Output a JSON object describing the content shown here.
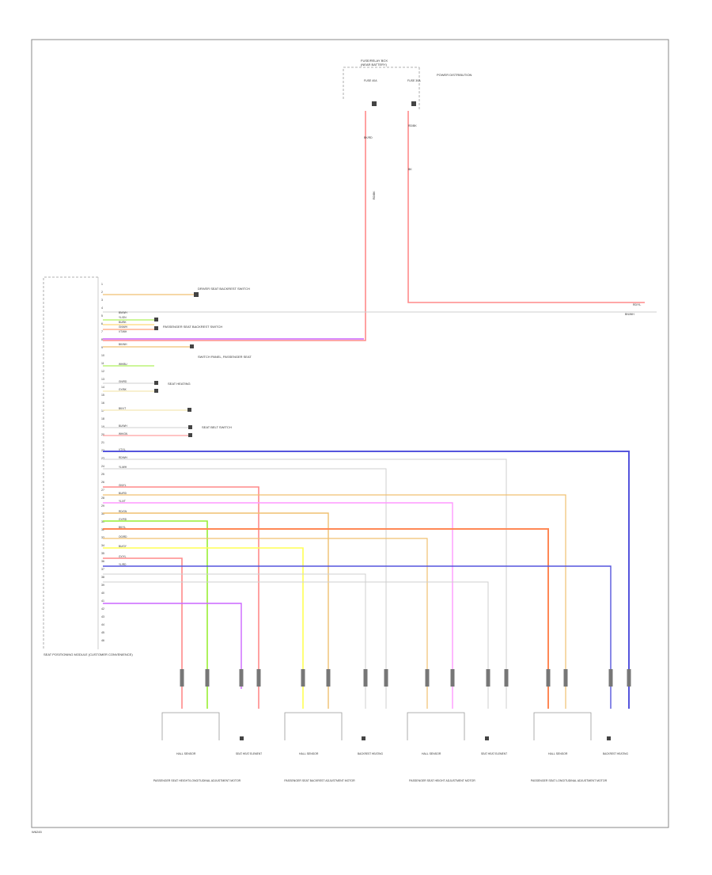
{
  "footer_code": "W6245",
  "module": {
    "name": "SEAT POSITIONING MODULE (CUSTOMER CONVENIENCE)",
    "pins": [
      "1",
      "2",
      "3",
      "4",
      "5",
      "6",
      "7",
      "8",
      "9",
      "10",
      "11",
      "12",
      "13",
      "14",
      "15",
      "16",
      "17",
      "18",
      "19",
      "20",
      "21",
      "22",
      "23",
      "24",
      "25",
      "26",
      "27",
      "28",
      "29",
      "30",
      "31",
      "32",
      "33",
      "34",
      "35",
      "36",
      "37",
      "38",
      "39",
      "40",
      "41",
      "42",
      "43",
      "44",
      "45",
      "46"
    ]
  },
  "fuse_block": {
    "title": "FUSE/RELAY BOX",
    "subtitle": "(NEAR BATTERY)",
    "fuse_left": "FUSE 40A",
    "fuse_right": "FUSE 30A",
    "label_right": "POWER DISTRIBUTION"
  },
  "top_wire_labels": [
    "RD/BK",
    "BK/RD",
    "RD/BK",
    "BK"
  ],
  "right_labels": [
    "RD/YL",
    "BN/WH"
  ],
  "left_side_components": [
    {
      "text": "DRIVER SEAT BACKREST SWITCH"
    },
    {
      "text": "PASSENGER SEAT BACKREST SWITCH"
    },
    {
      "text": "SWITCH PANEL, PASSENGER SEAT"
    },
    {
      "text": "SEAT HEATING"
    },
    {
      "text": "SEAT BELT SWITCH"
    }
  ],
  "wire_labels": [
    "BN/WH",
    "YL/GN",
    "BU/BK",
    "GN/WH",
    "VT/WH",
    "BK/WH",
    "WH/BU",
    "GN/RD",
    "GY/BK",
    "BK/VT",
    "BU/WH",
    "WH/GN",
    "VT/YL",
    "RD/WH",
    "YL/WH",
    "GN/YL",
    "BU/RD",
    "YL/VT",
    "RD/GN",
    "GY/RD",
    "BK/YL",
    "OG/RD",
    "BU/GY",
    "GY/YL",
    "YL/RD"
  ],
  "bottom_components": [
    {
      "sensor": "HALL SENSOR",
      "aux": "SEAT HEAT ELEMENT",
      "caption": "PASSENGER SEAT HEIGHT/LONGITUDINAL ADJUSTMENT MOTOR"
    },
    {
      "sensor": "HALL SENSOR",
      "aux": "BACKREST HEATING",
      "caption": "PASSENGER SEAT BACKREST ADJUSTMENT MOTOR"
    },
    {
      "sensor": "HALL SENSOR",
      "aux": "SEAT HEAT ELEMENT",
      "caption": "PASSENGER SEAT HEIGHT ADJUSTMENT MOTOR"
    },
    {
      "sensor": "HALL SENSOR",
      "aux": "BACKREST HEATING",
      "caption": "PASSENGER SEAT LONGITUDINAL ADJUSTMENT MOTOR"
    }
  ],
  "colors": {
    "red": "#ff8a8a",
    "magenta": "#cc66ff",
    "blue": "#5555dd",
    "orange": "#ff8855",
    "yellow": "#ffff55",
    "green": "#99ee33",
    "tan": "#f0c070",
    "pink": "#ff99ff",
    "grey": "#cfcfcf"
  }
}
